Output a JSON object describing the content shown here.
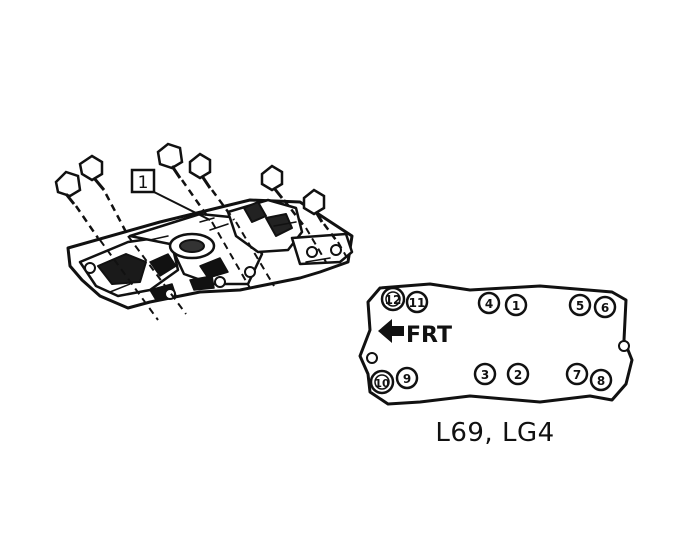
{
  "diagram": {
    "callout_label": "1",
    "front_label": "FRT",
    "engine_codes": "L69, LG4",
    "sequence_numbers": [
      "1",
      "2",
      "3",
      "4",
      "5",
      "6",
      "7",
      "8",
      "9",
      "10",
      "11",
      "12"
    ]
  },
  "colors": {
    "ink": "#111111",
    "paper": "#ffffff"
  }
}
